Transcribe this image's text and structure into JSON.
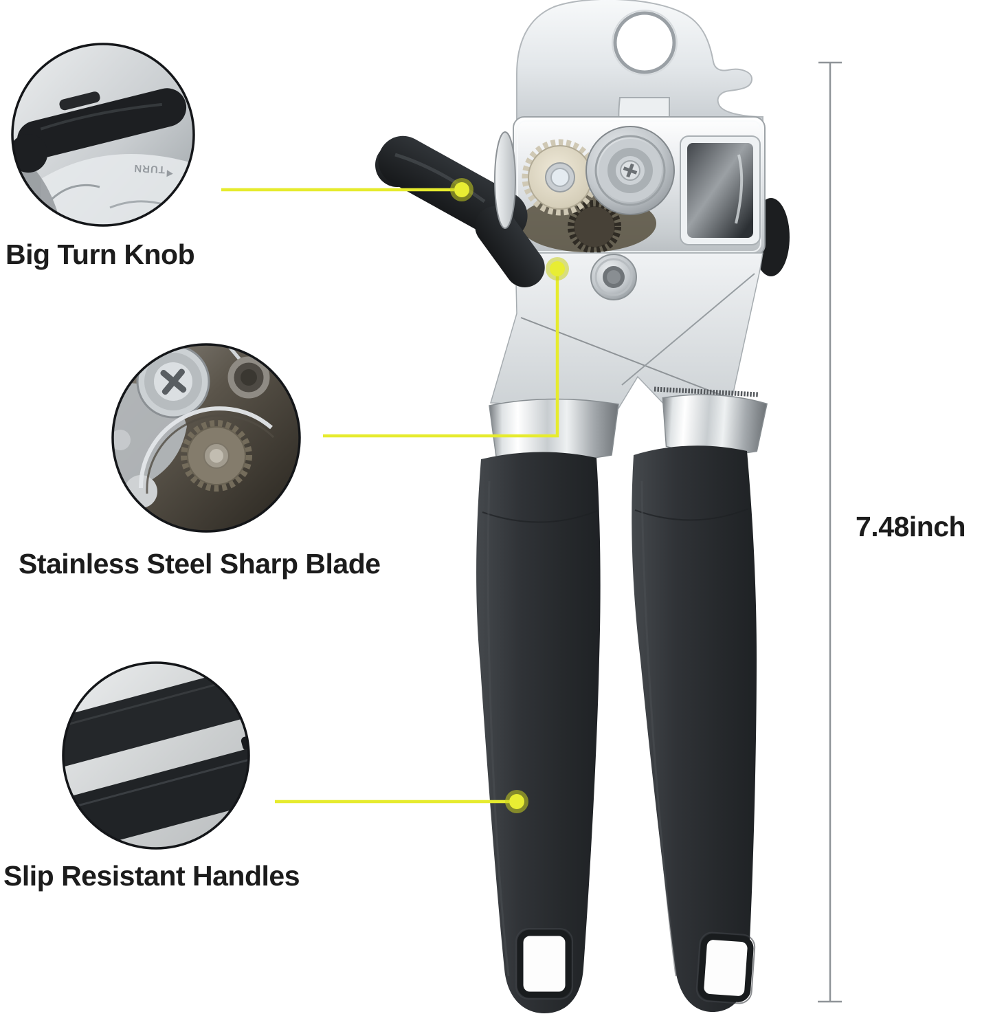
{
  "callouts": {
    "knob": {
      "label": "Big Turn Knob"
    },
    "blade": {
      "label": "Stainless Steel Sharp Blade"
    },
    "handles": {
      "label": "Slip Resistant Handles"
    }
  },
  "dimension": {
    "label": "7.48inch"
  },
  "product": {
    "engraving": "TURN"
  },
  "colors": {
    "annotation_yellow": "#e6eb2e",
    "annotation_yellow_ring": "#c9cf1f",
    "label_text": "#1c1c1c",
    "dimension_line": "#8f9498",
    "grip_black": "#2c2f33",
    "chrome_light": "#eef1f3",
    "gear_champagne": "#e3dcc8",
    "background": "#ffffff"
  }
}
